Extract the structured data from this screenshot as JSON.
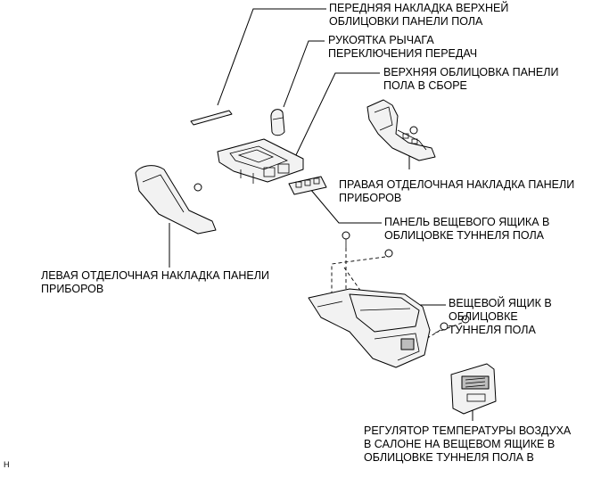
{
  "labels": {
    "front_trim": [
      "ПЕРЕДНЯЯ НАКЛАДКА ВЕРХНЕЙ",
      "ОБЛИЦОВКИ ПАНЕЛИ ПОЛА"
    ],
    "shift_knob": [
      "РУКОЯТКА РЫЧАГА",
      "ПЕРЕКЛЮЧЕНИЯ ПЕРЕДАЧ"
    ],
    "upper_panel": [
      "ВЕРХНЯЯ ОБЛИЦОВКА ПАНЕЛИ",
      "ПОЛА В СБОРЕ"
    ],
    "right_panel": [
      "ПРАВАЯ ОТДЕЛОЧНАЯ НАКЛАДКА ПАНЕЛИ",
      "ПРИБОРОВ"
    ],
    "box_panel": [
      "ПАНЕЛЬ ВЕЩЕВОГО ЯЩИКА В",
      "ОБЛИЦОВКЕ ТУННЕЛЯ ПОЛА"
    ],
    "left_panel": [
      "ЛЕВАЯ ОТДЕЛОЧНАЯ НАКЛАДКА ПАНЕЛИ",
      "ПРИБОРОВ"
    ],
    "console_box": [
      "ВЕЩЕВОЙ ЯЩИК В",
      "ОБЛИЦОВКЕ",
      "ТУННЕЛЯ ПОЛА"
    ],
    "rear_regulator": [
      "РЕГУЛЯТОР ТЕМПЕРАТУРЫ ВОЗДУХА",
      "В САЛОНЕ НА ВЕЩЕВОМ ЯЩИКЕ В",
      "ОБЛИЦОВКЕ ТУННЕЛЯ ПОЛА В"
    ]
  },
  "corner_mark": "H"
}
